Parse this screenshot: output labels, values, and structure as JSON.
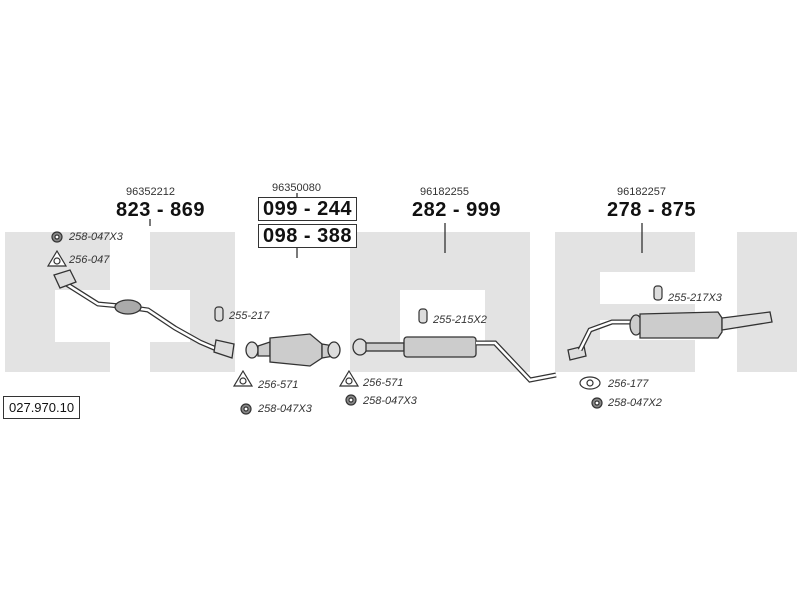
{
  "reference": "027.970.10",
  "sections": [
    {
      "id": "front-pipe",
      "oem": "96352212",
      "part": "823 - 869",
      "boxed": false
    },
    {
      "id": "catalyst",
      "oem": "96350080",
      "part": "099 - 244",
      "part2": "098 - 388",
      "boxed": true
    },
    {
      "id": "middle-silencer",
      "oem": "96182255",
      "part": "282 - 999",
      "boxed": false
    },
    {
      "id": "rear-silencer",
      "oem": "96182257",
      "part": "278 - 875",
      "boxed": false
    }
  ],
  "accessories": {
    "a1": {
      "code": "258-047X3",
      "icon": "nut-icon"
    },
    "a2": {
      "code": "256-047",
      "icon": "gasket-icon"
    },
    "a3": {
      "code": "255-217",
      "icon": "rubber-hanger-icon"
    },
    "a4": {
      "code": "256-571",
      "icon": "gasket-icon"
    },
    "a5": {
      "code": "258-047X3",
      "icon": "nut-icon"
    },
    "a6": {
      "code": "256-571",
      "icon": "gasket-icon"
    },
    "a7": {
      "code": "258-047X3",
      "icon": "nut-icon"
    },
    "a8": {
      "code": "255-215X2",
      "icon": "rubber-hanger-icon"
    },
    "a9": {
      "code": "255-217X3",
      "icon": "rubber-hanger-icon"
    },
    "a10": {
      "code": "256-177",
      "icon": "gasket-icon"
    },
    "a11": {
      "code": "258-047X2",
      "icon": "nut-icon"
    }
  },
  "colors": {
    "watermark": "#e3e3e3",
    "line": "#333333",
    "part_fill": "#cccccc",
    "part_light": "#eeeeee"
  }
}
